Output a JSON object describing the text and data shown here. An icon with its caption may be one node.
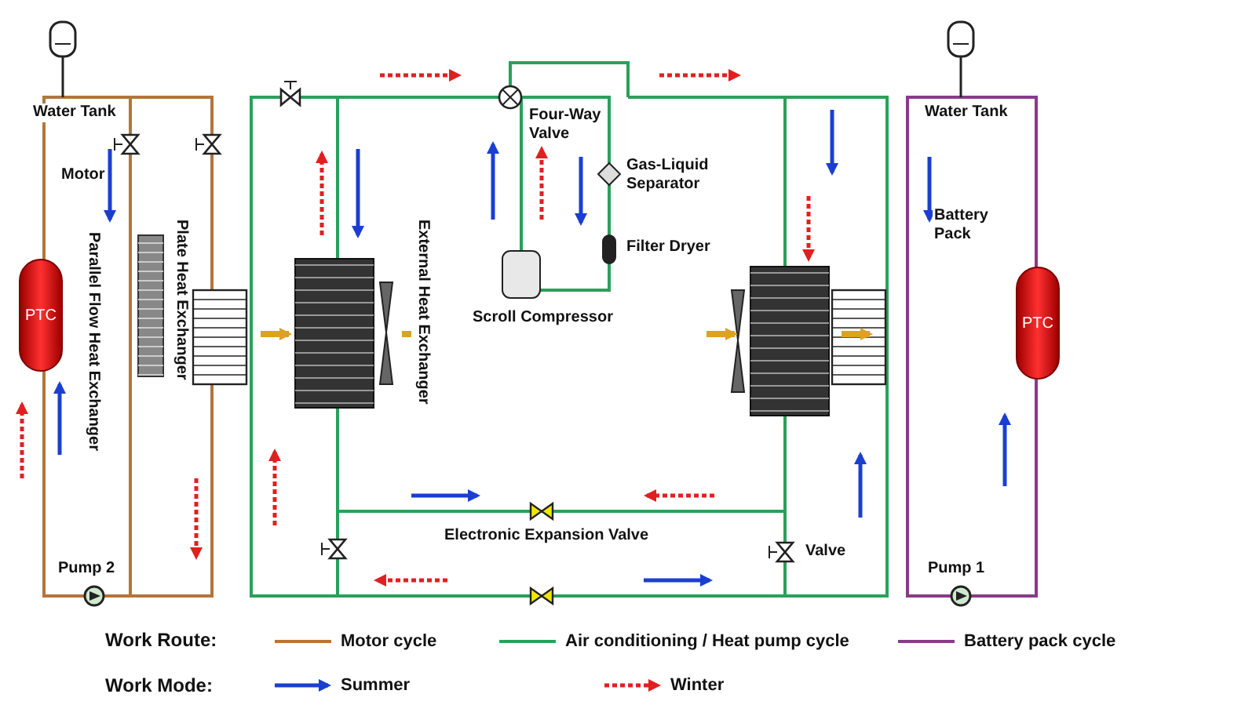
{
  "diagram": {
    "nodes": [
      {
        "text": [
          "PTC"
        ]
      },
      {
        "text": [
          "PTC"
        ]
      },
      {
        "text": [],
        "shape": "circle",
        "beside": [
          "Four-Way Valve"
        ]
      },
      {
        "text": [],
        "shape": "diamond",
        "beside": [
          "Gas-Liquid Separator"
        ]
      },
      {
        "text": [],
        "shape": "cylinder",
        "beside": [
          "Filter Dryer"
        ]
      },
      {
        "text": [],
        "shape": "cylinder",
        "beside": [
          "Scroll Compressor"
        ]
      }
    ],
    "edges": [
      {
        "from": 2,
        "to": 5,
        "arrow": "none"
      },
      {
        "from": 2,
        "to": 3,
        "arrow": "none"
      },
      {
        "from": 3,
        "to": 4,
        "arrow": "none"
      },
      {
        "from": 4,
        "to": 5,
        "arrow": "none"
      }
    ],
    "labels": [
      "Water Tank",
      "Water Tank",
      "Motor",
      "Battery Pack",
      "Parallel Flow Heat Exchanger",
      "Plate Heat Exchanger",
      "External Heat Exchanger",
      "Electronic Expansion Valve",
      "Valve",
      "Pump 2",
      "Pump 1",
      "Work Route:",
      "Work Mode:"
    ],
    "legend": [
      {
        "text": "Motor cycle"
      },
      {
        "text": "Air conditioning / Heat pump cycle"
      },
      {
        "text": "Battery pack cycle"
      },
      {
        "text": "Summer"
      },
      {
        "text": "Winter"
      }
    ]
  }
}
